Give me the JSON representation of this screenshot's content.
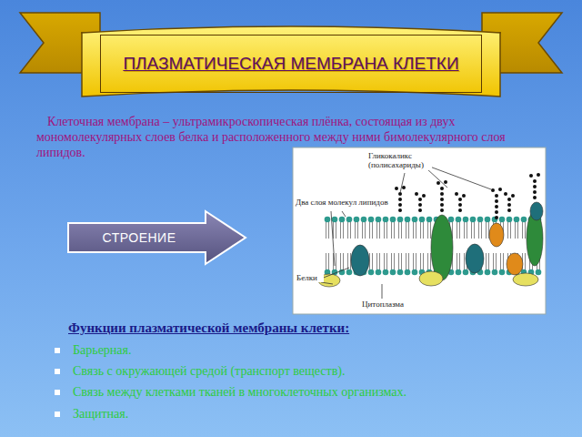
{
  "diagram": {
    "title": "ПЛАЗМАТИЧЕСКАЯ МЕМБРАНА КЛЕТКИ",
    "nodes": [
      {
        "text": [
          "СТРОЕНИЕ"
        ]
      }
    ],
    "labels": [
      "Клеточная мембрана – ультрамикроскопическая плёнка, состоящая из двух мономолекулярных слоев белка и расположенного между ними бимолекулярного слоя липидов.",
      "Гликокаликс (полисахариды)",
      "Два слоя молекул липидов",
      "Белки",
      "Цитоплазма",
      "Функции плазматической мембраны клетки:",
      "Барьерная.",
      "Связь с окружающей средой (транспорт веществ).",
      "Связь между клетками тканей в многоклеточных организмах.",
      "Защитная."
    ]
  }
}
